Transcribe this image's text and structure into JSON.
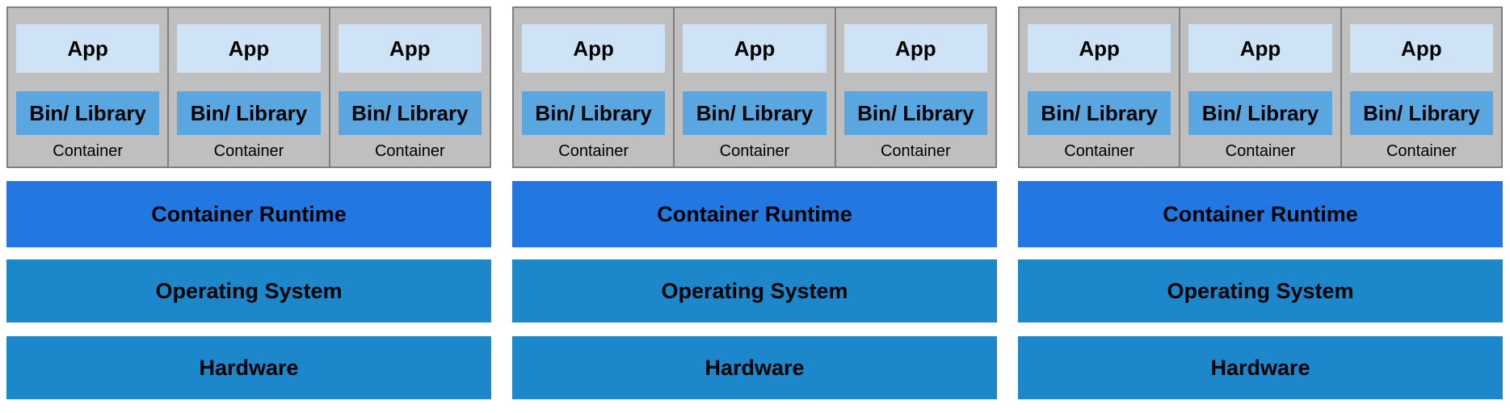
{
  "colors": {
    "container_frame": "#bfbfbf",
    "container_border": "#7f7f7f",
    "app": "#cfe3f6",
    "bin_library": "#5aa6e0",
    "container_runtime": "#2377e1",
    "operating_system": "#1c87cb",
    "hardware": "#1c87cb"
  },
  "stacks": [
    {
      "containers": [
        {
          "app": "App",
          "bin": "Bin/ Library",
          "label": "Container"
        },
        {
          "app": "App",
          "bin": "Bin/ Library",
          "label": "Container"
        },
        {
          "app": "App",
          "bin": "Bin/ Library",
          "label": "Container"
        }
      ],
      "runtime": "Container Runtime",
      "os": "Operating System",
      "hardware": "Hardware"
    },
    {
      "containers": [
        {
          "app": "App",
          "bin": "Bin/ Library",
          "label": "Container"
        },
        {
          "app": "App",
          "bin": "Bin/ Library",
          "label": "Container"
        },
        {
          "app": "App",
          "bin": "Bin/ Library",
          "label": "Container"
        }
      ],
      "runtime": "Container Runtime",
      "os": "Operating System",
      "hardware": "Hardware"
    },
    {
      "containers": [
        {
          "app": "App",
          "bin": "Bin/ Library",
          "label": "Container"
        },
        {
          "app": "App",
          "bin": "Bin/ Library",
          "label": "Container"
        },
        {
          "app": "App",
          "bin": "Bin/ Library",
          "label": "Container"
        }
      ],
      "runtime": "Container Runtime",
      "os": "Operating System",
      "hardware": "Hardware"
    }
  ]
}
